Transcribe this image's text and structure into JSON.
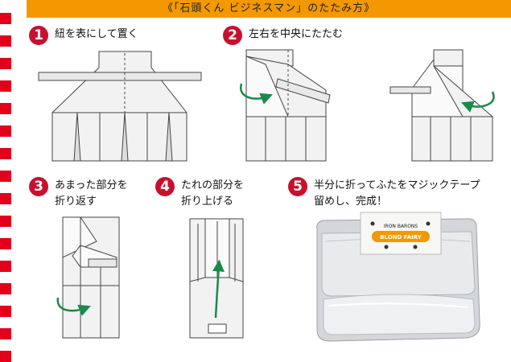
{
  "header": {
    "title": "《「石頭くん ビジネスマン」のたたみ方》"
  },
  "steps": [
    {
      "number": "1",
      "text": "紐を表にして置く"
    },
    {
      "number": "2",
      "text": "左右を中央にたたむ"
    },
    {
      "number": "3",
      "text": "あまった部分を\n折り返す"
    },
    {
      "number": "4",
      "text": "たれの部分を\n折り上げる"
    },
    {
      "number": "5",
      "text": "半分に折ってふたをマジックテープ\n留めし、完成！"
    }
  ],
  "product_label": {
    "line1": "IRON BARONS",
    "line2": "BLOND FAIRY"
  },
  "colors": {
    "header": "#f39800",
    "badge": "#c8102e",
    "stripe": "#e3001b",
    "arrow": "#1a8a4a"
  }
}
